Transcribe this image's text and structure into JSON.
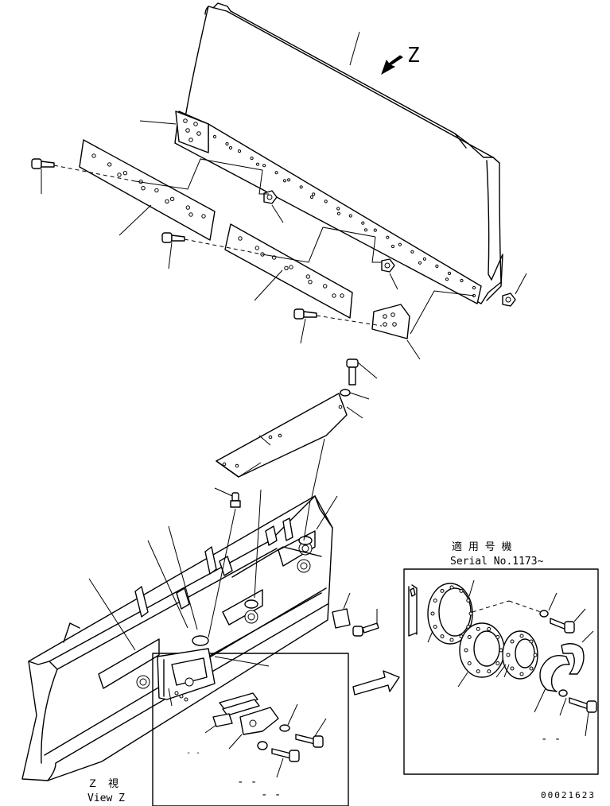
{
  "view_marker": "Z",
  "view_caption_jp": "Ｚ　視",
  "view_caption_en": "View Z",
  "inset_caption_jp": "適 用 号 機",
  "inset_caption_serial": "Serial No.1173~",
  "drawing_number": "00021623",
  "dash_marks": [
    "- -",
    "- -",
    "- -",
    "- -"
  ]
}
